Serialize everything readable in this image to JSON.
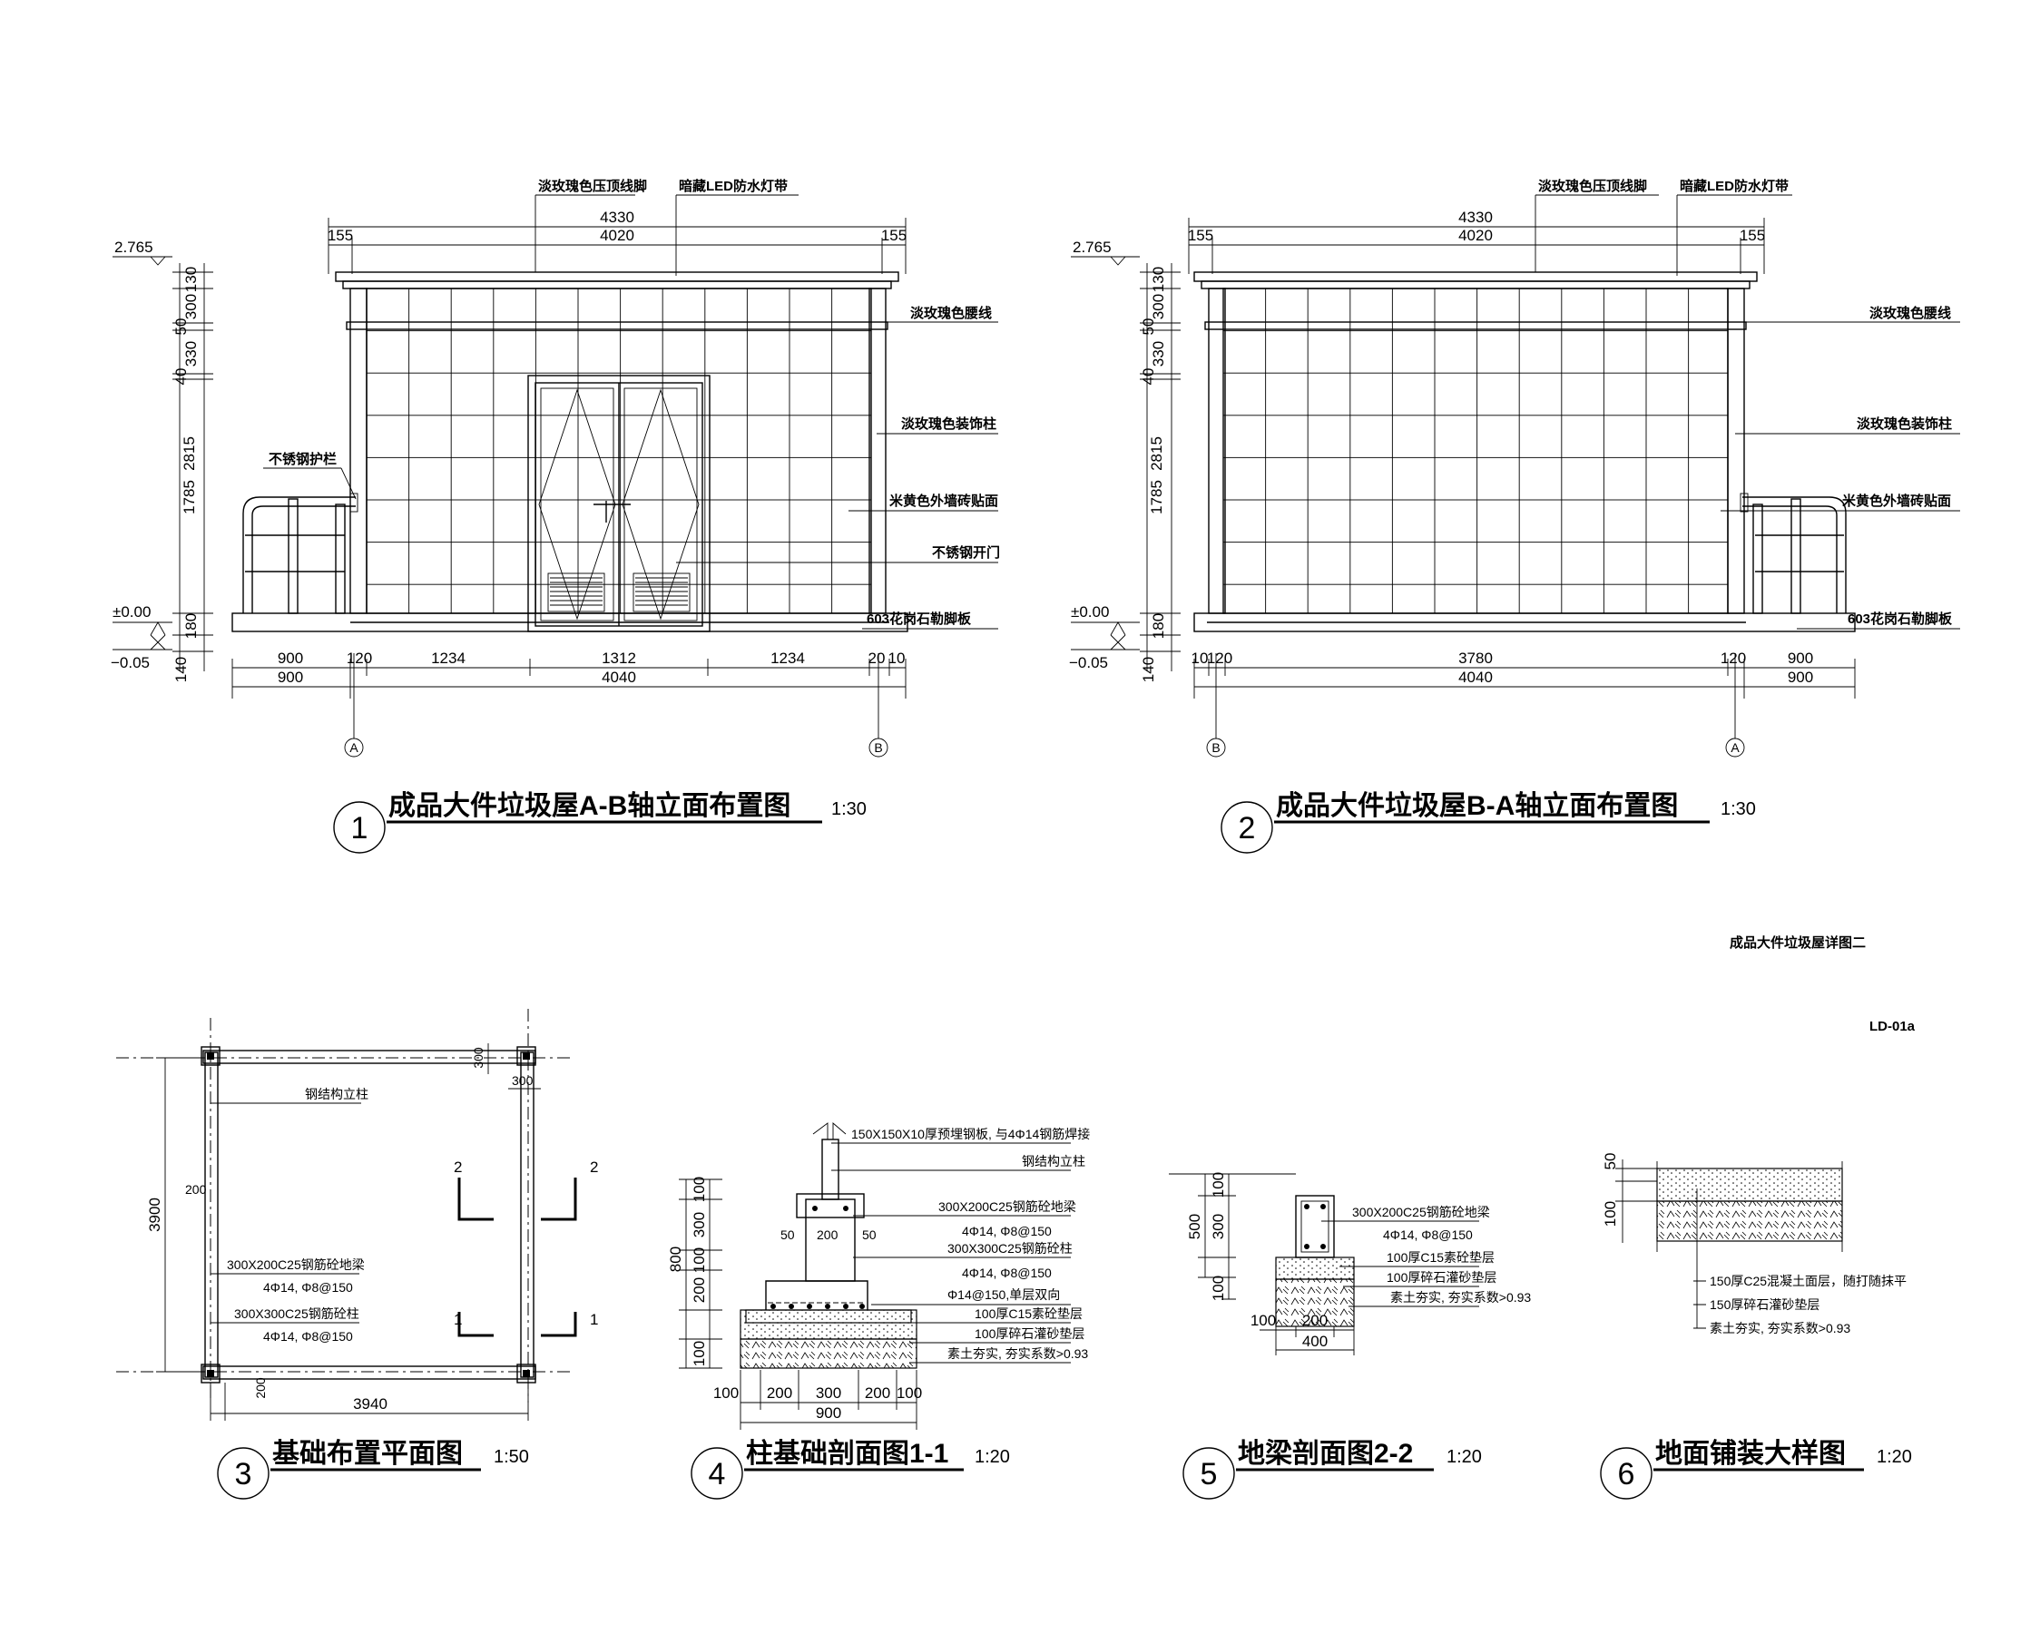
{
  "sheet": {
    "title": "成品大件垃圾屋详图二",
    "code": "LD-01a"
  },
  "elev1": {
    "num": "1",
    "title": "成品大件垃圾屋A-B轴立面布置图",
    "scale": "1:30",
    "top_notes": [
      "淡玫瑰色压顶线脚",
      "暗藏LED防水灯带"
    ],
    "right_notes": [
      "淡玫瑰色腰线",
      "淡玫瑰色装饰柱",
      "米黄色外墙砖贴面",
      "不锈钢开门",
      "603花岗石勒脚板"
    ],
    "left_note": "不锈钢护栏",
    "top_dims": [
      "4330",
      "4020",
      "155",
      "155"
    ],
    "vert_dims": [
      "130",
      "300",
      "50",
      "330",
      "40",
      "2815",
      "1785",
      "180",
      "140"
    ],
    "levels": [
      "2.765",
      "±0.00",
      "−0.05"
    ],
    "bottom_dims_1": [
      "900",
      "120",
      "1234",
      "1312",
      "1234",
      "20",
      "10"
    ],
    "bottom_dims_2": [
      "900",
      "4040"
    ],
    "axes": [
      "A",
      "B"
    ]
  },
  "elev2": {
    "num": "2",
    "title": "成品大件垃圾屋B-A轴立面布置图",
    "scale": "1:30",
    "top_notes": [
      "淡玫瑰色压顶线脚",
      "暗藏LED防水灯带"
    ],
    "right_notes": [
      "淡玫瑰色腰线",
      "淡玫瑰色装饰柱",
      "米黄色外墙砖贴面",
      "603花岗石勒脚板"
    ],
    "top_dims": [
      "4330",
      "4020",
      "155",
      "155"
    ],
    "vert_dims": [
      "130",
      "300",
      "50",
      "330",
      "40",
      "2815",
      "1785",
      "180",
      "140"
    ],
    "levels": [
      "2.765",
      "±0.00",
      "−0.05"
    ],
    "bottom_dims_1": [
      "10",
      "120",
      "3780",
      "120",
      "900"
    ],
    "bottom_dims_2": [
      "4040",
      "900"
    ],
    "axes": [
      "B",
      "A"
    ]
  },
  "plan": {
    "num": "3",
    "title": "基础布置平面图",
    "scale": "1:50",
    "notes": [
      "钢结构立柱",
      "300X200C25钢筋砼地梁",
      "4Φ14, Φ8@150",
      "300X300C25钢筋砼柱",
      "4Φ14, Φ8@150"
    ],
    "dims": [
      "3900",
      "3940",
      "200",
      "200",
      "300",
      "300"
    ],
    "section_marks": [
      "2",
      "2",
      "1",
      "1"
    ]
  },
  "sec1": {
    "num": "4",
    "title": "柱基础剖面图1-1",
    "scale": "1:20",
    "notes": [
      "150X150X10厚预埋钢板, 与4Φ14钢筋焊接",
      "钢结构立柱",
      "300X200C25钢筋砼地梁",
      "4Φ14, Φ8@150",
      "300X300C25钢筋砼柱",
      "4Φ14, Φ8@150",
      "Φ14@150,单层双向",
      "100厚C15素砼垫层",
      "100厚碎石灌砂垫层",
      "素土夯实, 夯实系数>0.93"
    ],
    "vert_dims": [
      "100",
      "800",
      "300",
      "100",
      "200",
      "100"
    ],
    "bottom_dims": [
      "100",
      "200",
      "300",
      "200",
      "100",
      "900"
    ],
    "inner_dims": [
      "50",
      "200",
      "50"
    ]
  },
  "sec2": {
    "num": "5",
    "title": "地梁剖面图2-2",
    "scale": "1:20",
    "notes": [
      "300X200C25钢筋砼地梁",
      "4Φ14, Φ8@150",
      "100厚C15素砼垫层",
      "100厚碎石灌砂垫层",
      "素土夯实, 夯实系数>0.93"
    ],
    "vert_dims": [
      "500",
      "100",
      "300",
      "100"
    ],
    "bottom_dims": [
      "100",
      "200",
      "400"
    ]
  },
  "pave": {
    "num": "6",
    "title": "地面铺装大样图",
    "scale": "1:20",
    "notes": [
      "150厚C25混凝土面层，随打随抹平",
      "150厚碎石灌砂垫层",
      "素土夯实, 夯实系数>0.93"
    ],
    "vert_dims": [
      "50",
      "100"
    ]
  }
}
